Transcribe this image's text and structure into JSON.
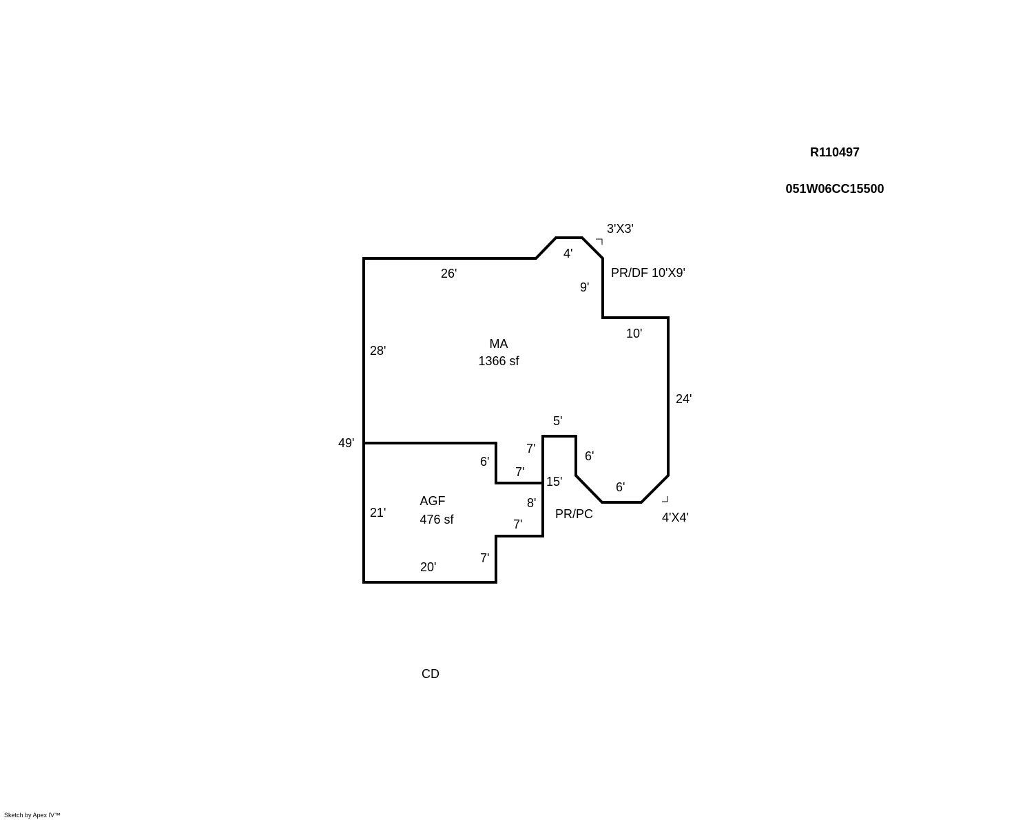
{
  "header": {
    "account": "R110497",
    "map_tax_lot": "051W06CC15500"
  },
  "areas": {
    "main": {
      "code": "MA",
      "area": "1366 sf"
    },
    "garage": {
      "code": "AGF",
      "area": "476 sf"
    }
  },
  "annotations": {
    "deck": "PR/DF 10'X9'",
    "deck_corner": "3'X3'",
    "porch": "PR/PC",
    "porch_corner": "4'X4'",
    "cd": "CD"
  },
  "dimensions": {
    "top": "26'",
    "bay_top": "4'",
    "right_upper": "9'",
    "step": "10'",
    "right": "24'",
    "left_upper": "28'",
    "left_total": "49'",
    "porch_top": "5'",
    "porch_right": "6'",
    "porch_bottom": "6'",
    "center": "15'",
    "agf_top_step": "6'",
    "agf_mid": "7'",
    "agf_mid_vert": "7'",
    "agf_lower_vert": "8'",
    "agf_lower": "7'",
    "agf_bottom_step": "7'",
    "left_lower": "21'",
    "bottom": "20'"
  },
  "footer": {
    "credit": "Sketch by Apex IV™"
  }
}
